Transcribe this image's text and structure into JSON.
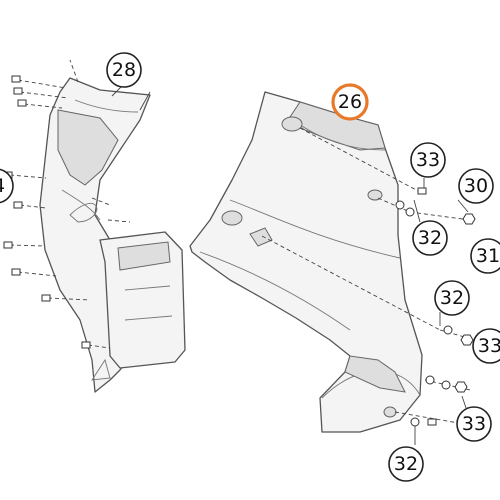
{
  "diagram": {
    "highlight_color": "#e8782a",
    "callouts": [
      {
        "id": "c28",
        "label": "28",
        "highlighted": false
      },
      {
        "id": "c4",
        "label": "4",
        "highlighted": false
      },
      {
        "id": "c26",
        "label": "26",
        "highlighted": true
      },
      {
        "id": "c33a",
        "label": "33",
        "highlighted": false
      },
      {
        "id": "c30",
        "label": "30",
        "highlighted": false
      },
      {
        "id": "c32a",
        "label": "32",
        "highlighted": false
      },
      {
        "id": "c31",
        "label": "31",
        "highlighted": false
      },
      {
        "id": "c32b",
        "label": "32",
        "highlighted": false
      },
      {
        "id": "c33b",
        "label": "33",
        "highlighted": false
      },
      {
        "id": "c33c",
        "label": "33",
        "highlighted": false
      },
      {
        "id": "c32c",
        "label": "32",
        "highlighted": false
      }
    ]
  }
}
